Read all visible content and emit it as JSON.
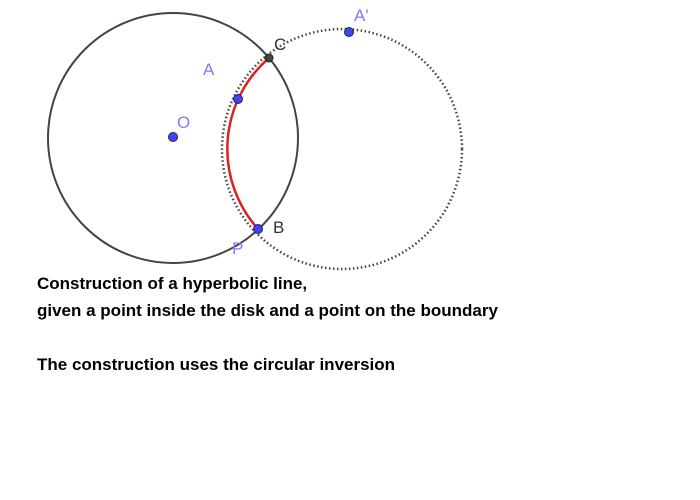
{
  "points": {
    "O": {
      "label": "O",
      "color": "#4444ee"
    },
    "A": {
      "label": "A",
      "color": "#4444ee"
    },
    "A_prime": {
      "label": "A'",
      "color": "#4444ee"
    },
    "C": {
      "label": "C",
      "color": "#444444"
    },
    "B": {
      "label": "B",
      "color": "#4444ee"
    },
    "P": {
      "label": "P",
      "color": "#4444ee"
    }
  },
  "colors": {
    "unit_circle": "#444444",
    "inversion_circle": "#444444",
    "hyperbolic_line": "#e02020",
    "point_fill": "#4444ee",
    "label_blue": "#7d7dff"
  },
  "caption": {
    "line1": "Construction of a hyperbolic line,",
    "line2": "given a point inside the disk and a point on the boundary",
    "line3": "The construction uses the circular inversion"
  }
}
